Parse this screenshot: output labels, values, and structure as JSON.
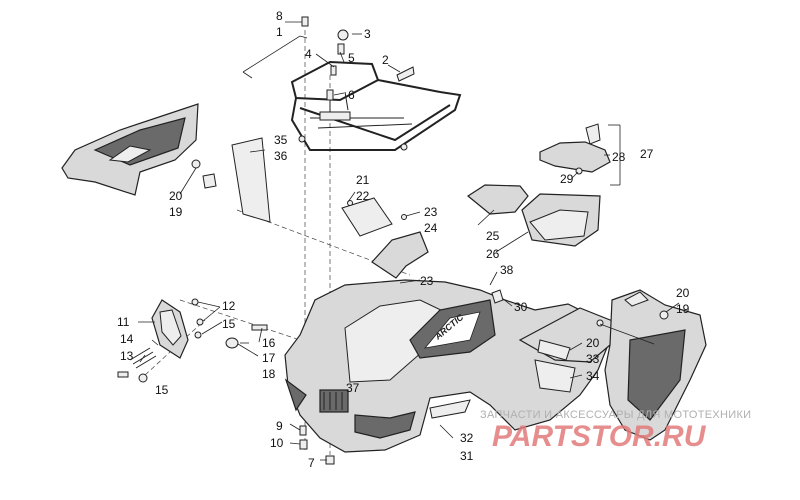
{
  "callouts": {
    "c1": "1",
    "c2": "2",
    "c3": "3",
    "c4": "4",
    "c5": "5",
    "c6": "6",
    "c7": "7",
    "c8": "8",
    "c9": "9",
    "c10": "10",
    "c11": "11",
    "c12": "12",
    "c13": "13",
    "c14": "14",
    "c15a": "15",
    "c15b": "15",
    "c16": "16",
    "c17": "17",
    "c18": "18",
    "c19a": "19",
    "c19b": "19",
    "c20a": "20",
    "c20b": "20",
    "c20c": "20",
    "c21": "21",
    "c22": "22",
    "c23a": "23",
    "c23b": "23",
    "c24": "24",
    "c25": "25",
    "c26": "26",
    "c27": "27",
    "c28": "28",
    "c29": "29",
    "c30": "30",
    "c31": "31",
    "c32": "32",
    "c33": "33",
    "c34": "34",
    "c35": "35",
    "c36": "36",
    "c37": "37",
    "c38": "38"
  },
  "watermark": {
    "tagline": "ЗАПЧАСТИ И АКСЕССУАРЫ ДЛЯ МОТОТЕХНИКИ",
    "logo": "PARTSTOR.RU"
  },
  "colors": {
    "line": "#222222",
    "fill": "#d9d9d9",
    "dark": "#6a6a6a",
    "watermark": "#e27b7b"
  }
}
